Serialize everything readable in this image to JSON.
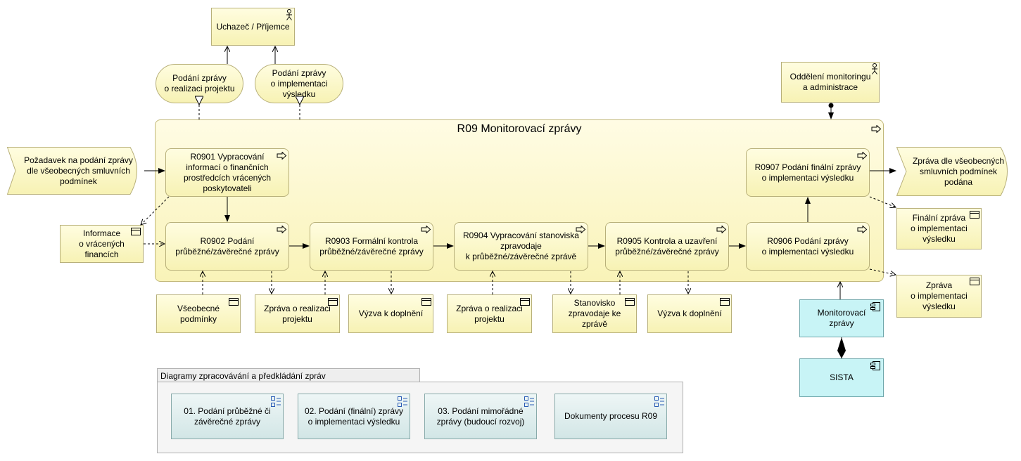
{
  "container": {
    "title": "R09 Monitorovací zprávy"
  },
  "actors": {
    "applicant": "Uchazeč / Příjemce",
    "monitoring": "Oddělení monitoringu\na administrace"
  },
  "services": {
    "realization_report": "Podání zprávy\no realizaci projektu",
    "implementation_report": "Podání zprávy\no implementaci\nvýsledku"
  },
  "events": {
    "request": "Požadavek na podání zprávy\ndle všeobecných smluvních\npodmínek",
    "final": "Zpráva dle všeobecných\nsmluvních podmínek\npodána"
  },
  "processes": {
    "r0901": "R0901 Vypracování\ninformací o finančních\nprostředcích vrácených\nposkytovateli",
    "r0902": "R0902 Podání\nprůběžné/závěrečné zprávy",
    "r0903": "R0903 Formální kontrola\nprůběžné/závěrečné zprávy",
    "r0904": "R0904 Vypracování stanoviska\nzpravodaje\nk průběžné/závěrečné zprávě",
    "r0905": "R0905 Kontrola a uzavření\nprůběžné/závěrečné zprávy",
    "r0906": "R0906 Podání zprávy\no implementaci výsledku",
    "r0907": "R0907 Podání finální zprávy\no implementaci výsledku"
  },
  "objects": {
    "returned_info": "Informace\no vrácených\nfinancích",
    "general_terms": "Všeobecné\npodmínky",
    "report1": "Zpráva o realizaci\nprojektu",
    "challenge1": "Výzva k doplnění",
    "report2": "Zpráva o realizaci\nprojektu",
    "opinion": "Stanovisko\nzpravodaje ke\nzprávě",
    "challenge2": "Výzva k doplnění",
    "final_report": "Finální zpráva\no implementaci\nvýsledku",
    "impl_report": "Zpráva\no implementaci\nvýsledku"
  },
  "components": {
    "monitoring_reports": "Monitorovací\nzprávy",
    "sista": "SISTA"
  },
  "group": {
    "title": "Diagramy zpracovávání a předkládání zpráv",
    "items": [
      "01. Podání průběžné či\nzávěrečné zprávy",
      "02. Podání (finální) zprávy\no implementaci výsledku",
      "03. Podání mimořádné\nzprávy (budoucí rozvoj)",
      "Dokumenty procesu R09"
    ]
  }
}
